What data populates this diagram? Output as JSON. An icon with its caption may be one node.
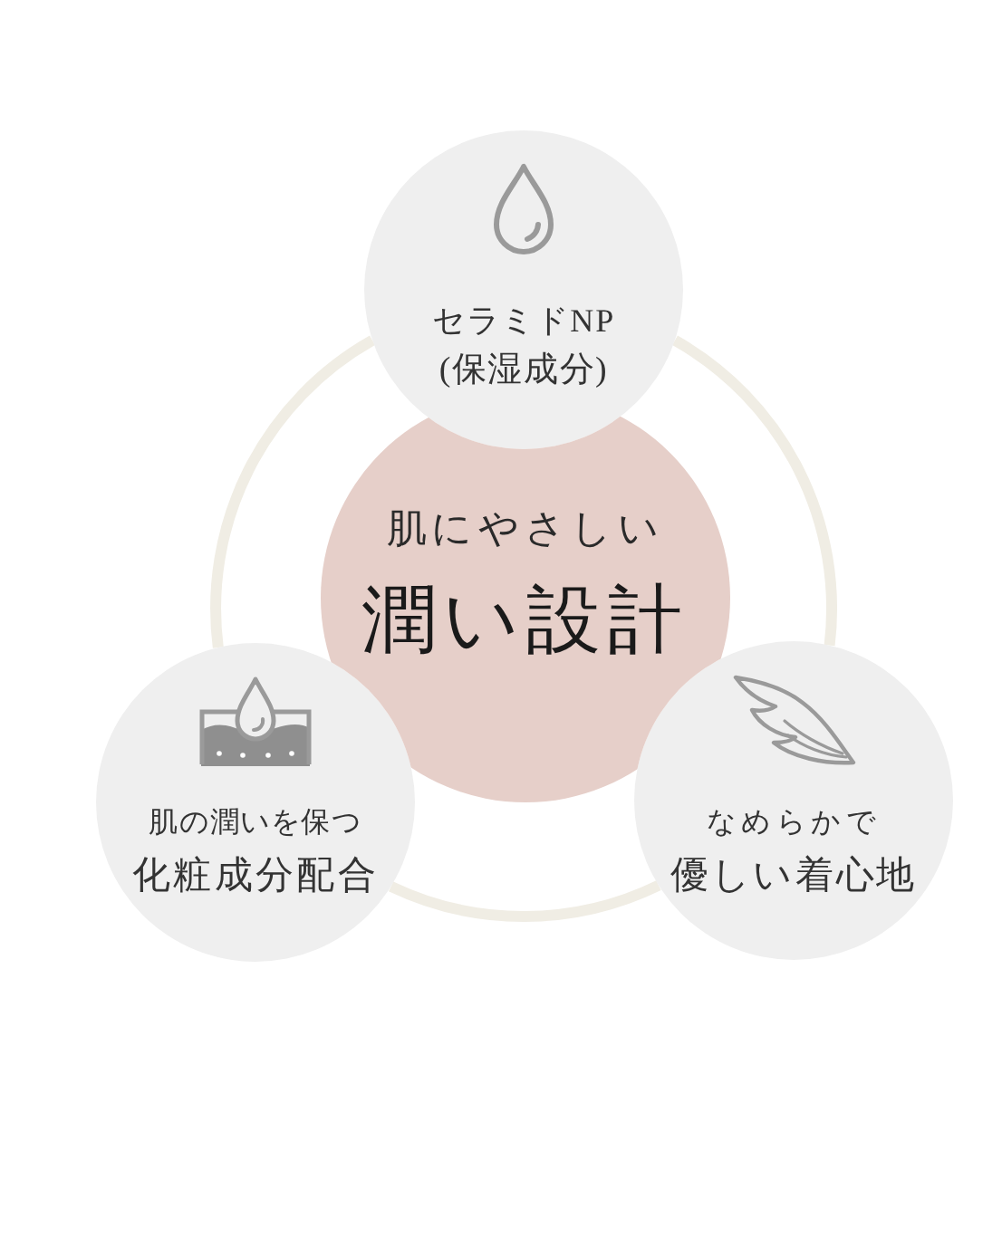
{
  "diagram": {
    "nodes": [
      {
        "text": [
          "肌にやさしい",
          "潤い設計"
        ]
      },
      {
        "text": [
          "セラミドNP",
          "(保湿成分)"
        ]
      },
      {
        "text": [
          "肌の潤いを保つ",
          "化粧成分配合"
        ]
      },
      {
        "text": [
          "なめらかで",
          "優しい着心地"
        ]
      }
    ],
    "edges": [
      {
        "from": 1,
        "to": 3,
        "arrow": "none"
      },
      {
        "from": 3,
        "to": 2,
        "arrow": "none"
      },
      {
        "from": 2,
        "to": 1,
        "arrow": "none"
      }
    ]
  }
}
